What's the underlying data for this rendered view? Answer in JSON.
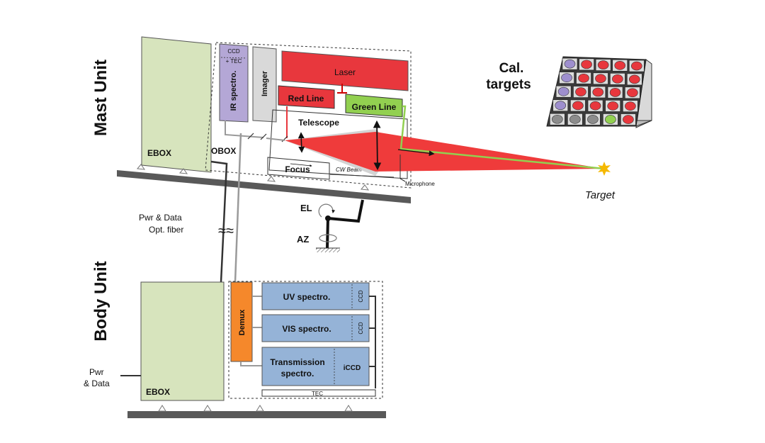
{
  "mast": {
    "title": "Mast Unit",
    "ebox": "EBOX",
    "obox": "OBOX",
    "ccd_tec_1": "CCD",
    "ccd_tec_2": "+ TEC",
    "ir_spectro": "IR spectro.",
    "imager": "Imager",
    "laser": "Laser",
    "red_line": "Red Line",
    "green_line": "Green Line",
    "telescope": "Telescope",
    "focus": "Focus",
    "cw_beam": "CW Beam",
    "microphone": "Microphone"
  },
  "mount": {
    "el": "EL",
    "az": "AZ"
  },
  "link": {
    "line1": "Pwr & Data",
    "line2": "Opt. fiber"
  },
  "body": {
    "title": "Body Unit",
    "ebox": "EBOX",
    "demux": "Demux",
    "uv_spectro": "UV spectro.",
    "vis_spectro": "VIS spectro.",
    "transmission_1": "Transmission",
    "transmission_2": "spectro.",
    "ccd": "CCD",
    "iccd": "iCCD",
    "tec": "TEC",
    "pwr_1": "Pwr",
    "pwr_2": "& Data"
  },
  "calibration": {
    "line1": "Cal.",
    "line2": "targets",
    "rows": [
      [
        "purple",
        "red",
        "red",
        "red",
        "red"
      ],
      [
        "purple",
        "red",
        "red",
        "red",
        "red"
      ],
      [
        "purple",
        "red",
        "red",
        "red",
        "red"
      ],
      [
        "purple",
        "red",
        "red",
        "red",
        "red"
      ],
      [
        "gray",
        "gray",
        "gray",
        "green",
        "red"
      ]
    ]
  },
  "target": {
    "label": "Target"
  },
  "colors": {
    "ebox": "#d7e4bd",
    "ir": "#b4a7d6",
    "imager": "#d9d9d9",
    "red": "#e8373d",
    "green": "#92d050",
    "demux": "#f5882b",
    "spectro": "#95b3d7",
    "beam": "#ef3b3b",
    "rail": "#595959",
    "purple": "#9e8fce",
    "gray": "#8c8c8c",
    "target_star": "#f5b800"
  }
}
